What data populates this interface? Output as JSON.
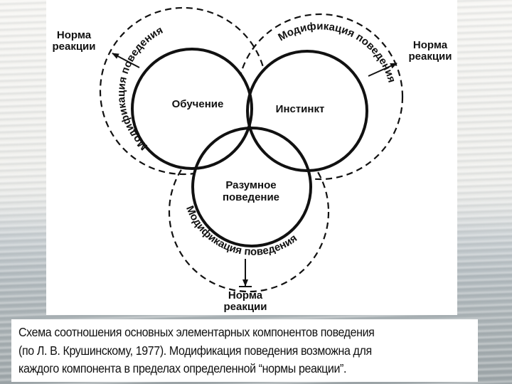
{
  "diagram": {
    "nodes": [
      {
        "id": "learning",
        "label": "Обучение"
      },
      {
        "id": "instinct",
        "label": "Инстинкт"
      },
      {
        "id": "reasoning",
        "label_line1": "Разумное",
        "label_line2": "поведение"
      }
    ],
    "arc_labels": {
      "learning": "Модификация поведения",
      "instinct": "Модификация поведения",
      "reasoning": "Модификация поведения"
    },
    "norm_labels": {
      "left": {
        "line1": "Норма",
        "line2": "реакции"
      },
      "right": {
        "line1": "Норма",
        "line2": "реакции"
      },
      "bottom": {
        "line1": "Норма",
        "line2": "реакции"
      }
    },
    "colors": {
      "stroke": "#111111",
      "panel": "#ffffff"
    }
  },
  "caption": {
    "lines": [
      "Схема соотношения основных элементарных компонентов поведения",
      "(по Л. В. Крушинскому, 1977). Модификация поведения возможна для",
      "каждого компонента в пределах определенной “нормы реакции”."
    ]
  }
}
